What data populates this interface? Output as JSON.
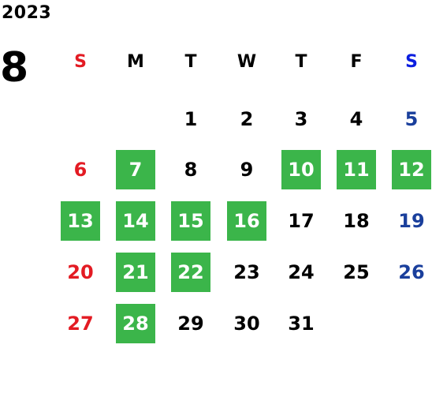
{
  "calendar": {
    "year": "2023",
    "month": "8",
    "weekdays": [
      "S",
      "M",
      "T",
      "W",
      "T",
      "F",
      "S"
    ],
    "colors": {
      "sunday": "#e31b23",
      "saturday": "#1a3f9c",
      "saturday_header": "#0b1ee0",
      "weekday": "#000000",
      "highlight_bg": "#3bb54a",
      "highlight_text": "#ffffff"
    },
    "first_weekday_index": 2,
    "days_in_month": 31,
    "highlighted_days": [
      7,
      10,
      11,
      12,
      13,
      14,
      15,
      16,
      21,
      22,
      28
    ]
  }
}
